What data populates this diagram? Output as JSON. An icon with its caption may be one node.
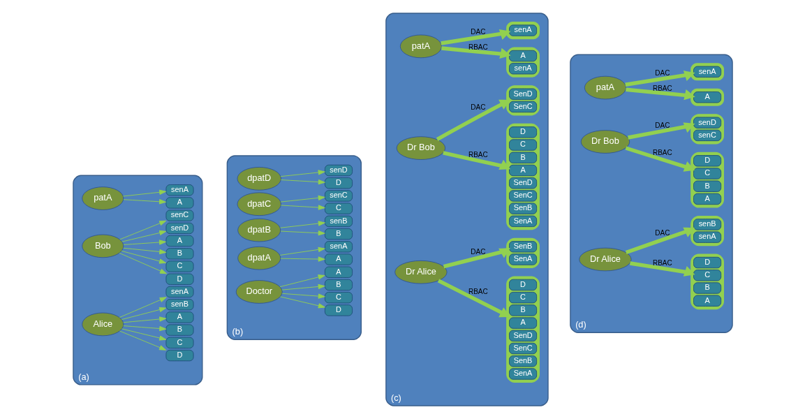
{
  "diagram": {
    "nodes": [
      {
        "text": [
          "(a)"
        ]
      },
      {
        "text": [
          "Alice"
        ],
        "in": 0
      },
      {
        "text": [
          "senA"
        ],
        "in": 0
      },
      {
        "text": [
          "senB"
        ],
        "in": 0
      },
      {
        "text": [
          "A"
        ],
        "in": 0
      },
      {
        "text": [
          "B"
        ],
        "in": 0
      },
      {
        "text": [
          "C"
        ],
        "in": 0
      },
      {
        "text": [
          "D"
        ],
        "in": 0
      },
      {
        "text": [
          "Bob"
        ],
        "in": 0
      },
      {
        "text": [
          "senC"
        ],
        "in": 0
      },
      {
        "text": [
          "senD"
        ],
        "in": 0
      },
      {
        "text": [
          "A"
        ],
        "in": 0
      },
      {
        "text": [
          "B"
        ],
        "in": 0
      },
      {
        "text": [
          "C"
        ],
        "in": 0
      },
      {
        "text": [
          "D"
        ],
        "in": 0
      },
      {
        "text": [
          "patA"
        ],
        "in": 0
      },
      {
        "text": [
          "senA"
        ],
        "in": 0
      },
      {
        "text": [
          "A"
        ],
        "in": 0
      },
      {
        "text": [
          "(b)"
        ]
      },
      {
        "text": [
          "Doctor"
        ],
        "in": 18
      },
      {
        "text": [
          "A"
        ],
        "in": 18
      },
      {
        "text": [
          "B"
        ],
        "in": 18
      },
      {
        "text": [
          "C"
        ],
        "in": 18
      },
      {
        "text": [
          "D"
        ],
        "in": 18
      },
      {
        "text": [
          "dpatA"
        ],
        "in": 18
      },
      {
        "text": [
          "senA"
        ],
        "in": 18
      },
      {
        "text": [
          "A"
        ],
        "in": 18
      },
      {
        "text": [
          "dpatB"
        ],
        "in": 18
      },
      {
        "text": [
          "senB"
        ],
        "in": 18
      },
      {
        "text": [
          "B"
        ],
        "in": 18
      },
      {
        "text": [
          "dpatC"
        ],
        "in": 18
      },
      {
        "text": [
          "senC"
        ],
        "in": 18
      },
      {
        "text": [
          "C"
        ],
        "in": 18
      },
      {
        "text": [
          "dpatD"
        ],
        "in": 18
      },
      {
        "text": [
          "senD"
        ],
        "in": 18
      },
      {
        "text": [
          "D"
        ],
        "in": 18
      },
      {
        "text": [
          "(c)"
        ]
      },
      {
        "text": [
          "Dr Alice"
        ],
        "in": 36
      },
      {
        "text": [],
        "shape": "box",
        "in": 36
      },
      {
        "text": [
          "SenA"
        ],
        "in": 38
      },
      {
        "text": [
          "SenB"
        ],
        "in": 38
      },
      {
        "text": [],
        "shape": "box",
        "in": 36
      },
      {
        "text": [
          "SenA"
        ],
        "in": 41
      },
      {
        "text": [
          "SenB"
        ],
        "in": 41
      },
      {
        "text": [
          "SenC"
        ],
        "in": 41
      },
      {
        "text": [
          "SenD"
        ],
        "in": 41
      },
      {
        "text": [
          "A"
        ],
        "in": 41
      },
      {
        "text": [
          "B"
        ],
        "in": 41
      },
      {
        "text": [
          "C"
        ],
        "in": 41
      },
      {
        "text": [
          "D"
        ],
        "in": 41
      },
      {
        "text": [
          "Dr Bob"
        ],
        "in": 36
      },
      {
        "text": [],
        "shape": "box",
        "in": 36
      },
      {
        "text": [
          "SenC"
        ],
        "in": 51
      },
      {
        "text": [
          "SenD"
        ],
        "in": 51
      },
      {
        "text": [],
        "shape": "box",
        "in": 36
      },
      {
        "text": [
          "SenA"
        ],
        "in": 54
      },
      {
        "text": [
          "SenB"
        ],
        "in": 54
      },
      {
        "text": [
          "SenC"
        ],
        "in": 54
      },
      {
        "text": [
          "SenD"
        ],
        "in": 54
      },
      {
        "text": [
          "A"
        ],
        "in": 54
      },
      {
        "text": [
          "B"
        ],
        "in": 54
      },
      {
        "text": [
          "C"
        ],
        "in": 54
      },
      {
        "text": [
          "D"
        ],
        "in": 54
      },
      {
        "text": [
          "patA"
        ],
        "in": 36
      },
      {
        "text": [],
        "shape": "box",
        "in": 36
      },
      {
        "text": [
          "senA"
        ],
        "in": 64
      },
      {
        "text": [],
        "shape": "box",
        "in": 36
      },
      {
        "text": [
          "senA"
        ],
        "in": 66
      },
      {
        "text": [
          "A"
        ],
        "in": 66
      },
      {
        "text": [
          "(d)"
        ]
      },
      {
        "text": [
          "Dr Alice"
        ],
        "in": 69
      },
      {
        "text": [],
        "shape": "box",
        "in": 69
      },
      {
        "text": [
          "senA"
        ],
        "in": 71
      },
      {
        "text": [
          "senB"
        ],
        "in": 71
      },
      {
        "text": [],
        "shape": "box",
        "in": 69
      },
      {
        "text": [
          "A"
        ],
        "in": 74
      },
      {
        "text": [
          "B"
        ],
        "in": 74
      },
      {
        "text": [
          "C"
        ],
        "in": 74
      },
      {
        "text": [
          "D"
        ],
        "in": 74
      },
      {
        "text": [
          "Dr Bob"
        ],
        "in": 69
      },
      {
        "text": [],
        "shape": "box",
        "in": 69
      },
      {
        "text": [
          "senC"
        ],
        "in": 80
      },
      {
        "text": [
          "senD"
        ],
        "in": 80
      },
      {
        "text": [],
        "shape": "box",
        "in": 69
      },
      {
        "text": [
          "A"
        ],
        "in": 83
      },
      {
        "text": [
          "B"
        ],
        "in": 83
      },
      {
        "text": [
          "C"
        ],
        "in": 83
      },
      {
        "text": [
          "D"
        ],
        "in": 83
      },
      {
        "text": [
          "patA"
        ],
        "in": 69
      },
      {
        "text": [],
        "shape": "box",
        "in": 69
      },
      {
        "text": [
          "senA"
        ],
        "in": 89
      },
      {
        "text": [],
        "shape": "box",
        "in": 69
      },
      {
        "text": [
          "A"
        ],
        "in": 91
      }
    ],
    "edges": [
      {
        "from": 1,
        "to": 2,
        "arrow": "to"
      },
      {
        "from": 1,
        "to": 3,
        "arrow": "to"
      },
      {
        "from": 1,
        "to": 4,
        "arrow": "to"
      },
      {
        "from": 1,
        "to": 5,
        "arrow": "to"
      },
      {
        "from": 1,
        "to": 6,
        "arrow": "to"
      },
      {
        "from": 1,
        "to": 7,
        "arrow": "to"
      },
      {
        "from": 8,
        "to": 9,
        "arrow": "to"
      },
      {
        "from": 8,
        "to": 10,
        "arrow": "to"
      },
      {
        "from": 8,
        "to": 11,
        "arrow": "to"
      },
      {
        "from": 8,
        "to": 12,
        "arrow": "to"
      },
      {
        "from": 8,
        "to": 13,
        "arrow": "to"
      },
      {
        "from": 8,
        "to": 14,
        "arrow": "to"
      },
      {
        "from": 15,
        "to": 16,
        "arrow": "to"
      },
      {
        "from": 15,
        "to": 17,
        "arrow": "to"
      },
      {
        "from": 19,
        "to": 20,
        "arrow": "to"
      },
      {
        "from": 19,
        "to": 21,
        "arrow": "to"
      },
      {
        "from": 19,
        "to": 22,
        "arrow": "to"
      },
      {
        "from": 19,
        "to": 23,
        "arrow": "to"
      },
      {
        "from": 24,
        "to": 25,
        "arrow": "to"
      },
      {
        "from": 24,
        "to": 26,
        "arrow": "to"
      },
      {
        "from": 27,
        "to": 28,
        "arrow": "to"
      },
      {
        "from": 27,
        "to": 29,
        "arrow": "to"
      },
      {
        "from": 30,
        "to": 31,
        "arrow": "to"
      },
      {
        "from": 30,
        "to": 32,
        "arrow": "to"
      },
      {
        "from": 33,
        "to": 34,
        "arrow": "to"
      },
      {
        "from": 33,
        "to": 35,
        "arrow": "to"
      },
      {
        "from": 37,
        "to": 38,
        "arrow": "to",
        "label": "DAC",
        "style": "thick"
      },
      {
        "from": 37,
        "to": 41,
        "arrow": "to",
        "label": "RBAC",
        "style": "thick"
      },
      {
        "from": 50,
        "to": 51,
        "arrow": "to",
        "label": "DAC",
        "style": "thick"
      },
      {
        "from": 50,
        "to": 54,
        "arrow": "to",
        "label": "RBAC",
        "style": "thick"
      },
      {
        "from": 63,
        "to": 64,
        "arrow": "to",
        "label": "DAC",
        "style": "thick"
      },
      {
        "from": 63,
        "to": 66,
        "arrow": "to",
        "label": "RBAC",
        "style": "thick"
      },
      {
        "from": 70,
        "to": 71,
        "arrow": "to",
        "label": "DAC",
        "style": "thick"
      },
      {
        "from": 70,
        "to": 74,
        "arrow": "to",
        "label": "RBAC",
        "style": "thick"
      },
      {
        "from": 79,
        "to": 80,
        "arrow": "to",
        "label": "DAC",
        "style": "thick"
      },
      {
        "from": 79,
        "to": 83,
        "arrow": "to",
        "label": "RBAC",
        "style": "thick"
      },
      {
        "from": 88,
        "to": 89,
        "arrow": "to",
        "label": "DAC",
        "style": "thick"
      },
      {
        "from": 88,
        "to": 91,
        "arrow": "to",
        "label": "RBAC",
        "style": "thick"
      }
    ]
  }
}
